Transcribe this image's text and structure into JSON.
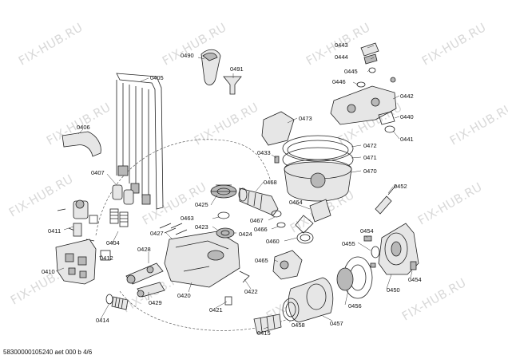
{
  "watermark": "FIX-HUB.RU",
  "footer": "58300000105240 aet 000 b 4/6",
  "parts": {
    "0490": "0490",
    "0491": "0491",
    "0405": "0405",
    "0406": "0406",
    "0407": "0407",
    "0411": "0411",
    "0410": "0410",
    "0404": "0404",
    "0412": "0412",
    "0414": "0414",
    "0425": "0425",
    "0463": "0463",
    "0423": "0423",
    "0424": "0424",
    "0427": "0427",
    "0428": "0428",
    "0429": "0429",
    "0420": "0420",
    "0421": "0421",
    "0422": "0422",
    "0433": "0433",
    "0473": "0473",
    "0472": "0472",
    "0471": "0471",
    "0470": "0470",
    "0468": "0468",
    "0464": "0464",
    "0467": "0467",
    "0466": "0466",
    "0460": "0460",
    "0465": "0465",
    "0458": "0458",
    "0415": "0415",
    "0457": "0457",
    "0456": "0456",
    "0455": "0455",
    "0454": "0454",
    "0450": "0450",
    "0452": "0452",
    "0443": "0443",
    "0444": "0444",
    "0445": "0445",
    "0446": "0446",
    "0442": "0442",
    "0440": "0440",
    "0441": "0441"
  }
}
